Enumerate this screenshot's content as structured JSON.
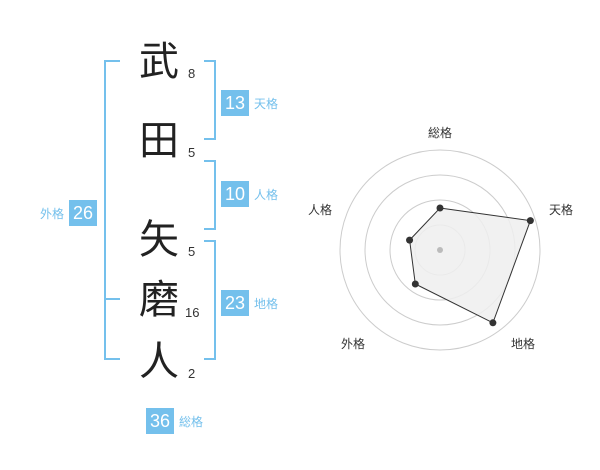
{
  "name": {
    "chars": [
      {
        "char": "武",
        "strokes": "8"
      },
      {
        "char": "田",
        "strokes": "5"
      },
      {
        "char": "矢",
        "strokes": "5"
      },
      {
        "char": "磨",
        "strokes": "16"
      },
      {
        "char": "人",
        "strokes": "2"
      }
    ]
  },
  "scores": {
    "tenkaku": {
      "value": "13",
      "label": "天格"
    },
    "jinkaku": {
      "value": "10",
      "label": "人格"
    },
    "chikaku": {
      "value": "23",
      "label": "地格"
    },
    "gaikaku": {
      "value": "26",
      "label": "外格"
    },
    "soukaku": {
      "value": "36",
      "label": "総格"
    }
  },
  "chart_data": {
    "type": "radar",
    "axes": [
      "総格",
      "天格",
      "地格",
      "外格",
      "人格"
    ],
    "values": [
      0.42,
      0.95,
      0.9,
      0.42,
      0.32
    ],
    "range": [
      0,
      1
    ],
    "rings": 4,
    "colors": {
      "accent": "#74c0ec",
      "fill": "#eeeeee",
      "line": "#333333"
    }
  }
}
